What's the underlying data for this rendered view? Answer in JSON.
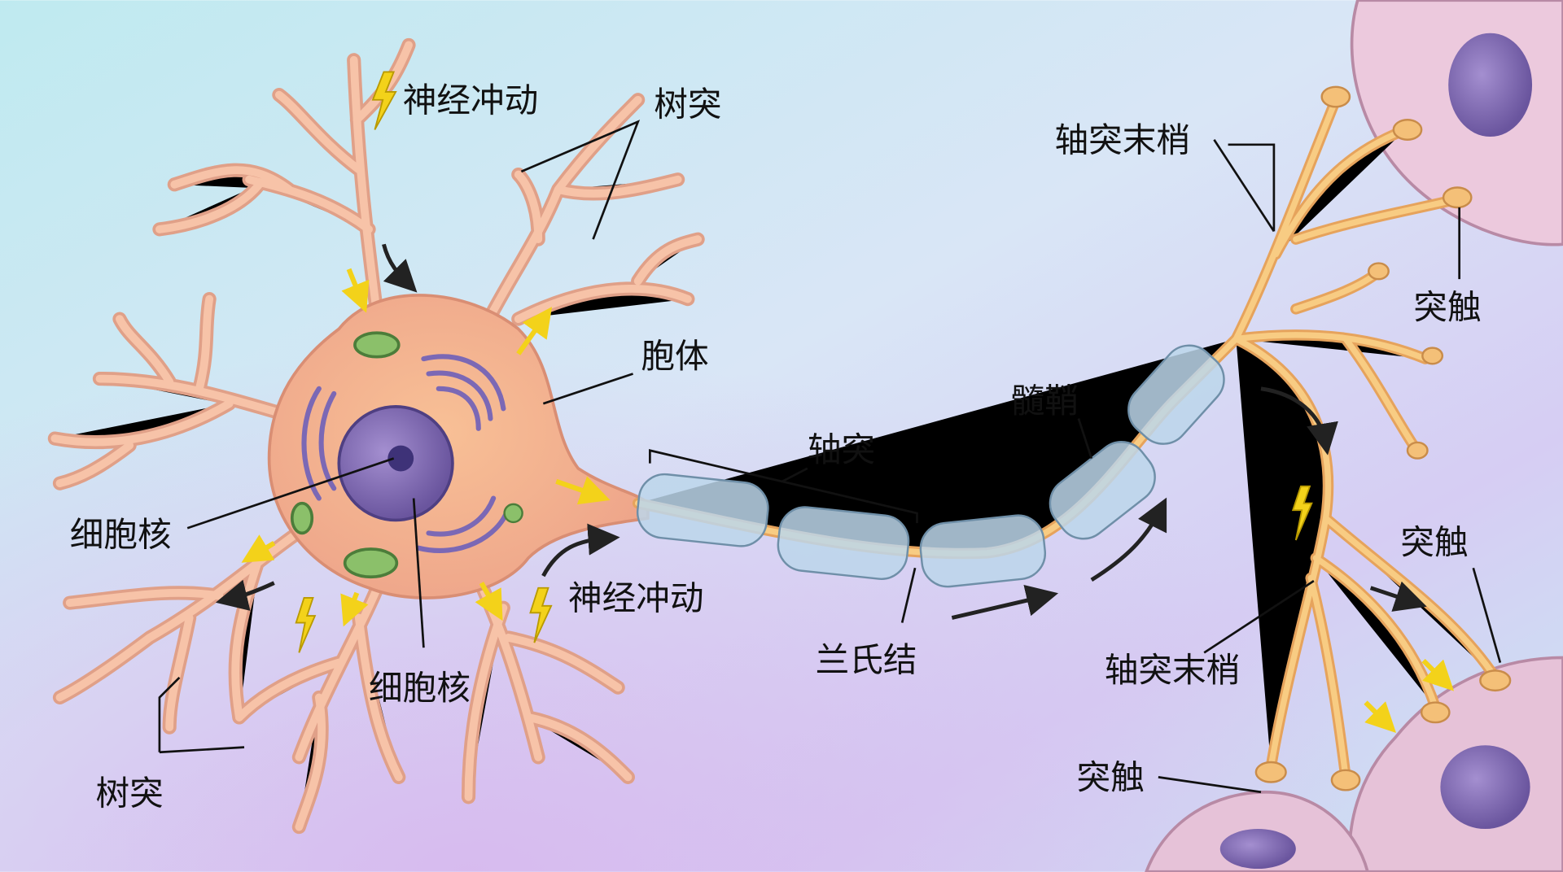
{
  "title": "Neuron structure diagram",
  "labels": {
    "impulse_top": "神经冲动",
    "dendrites_top": "树突",
    "axon_terminals_top": "轴突末梢",
    "synapse_top": "突触",
    "soma": "胞体",
    "myelin": "髓鞘",
    "axon": "轴突",
    "nucleus_left": "细胞核",
    "impulse_mid": "神经冲动",
    "synapse_right": "突触",
    "node_of_ranvier": "兰氏结",
    "nucleus_bottom": "细胞核",
    "axon_terminals_bottom": "轴突末梢",
    "synapse_bottom": "突触",
    "dendrites_bottom": "树突"
  },
  "colors": {
    "soma": "#f5b48c",
    "nucleus": "#7d68b0",
    "myelin": "#bcd6ea",
    "axon": "#f8cc83",
    "impulse": "#f3d21a",
    "target_cell": "#e6c2d8"
  }
}
